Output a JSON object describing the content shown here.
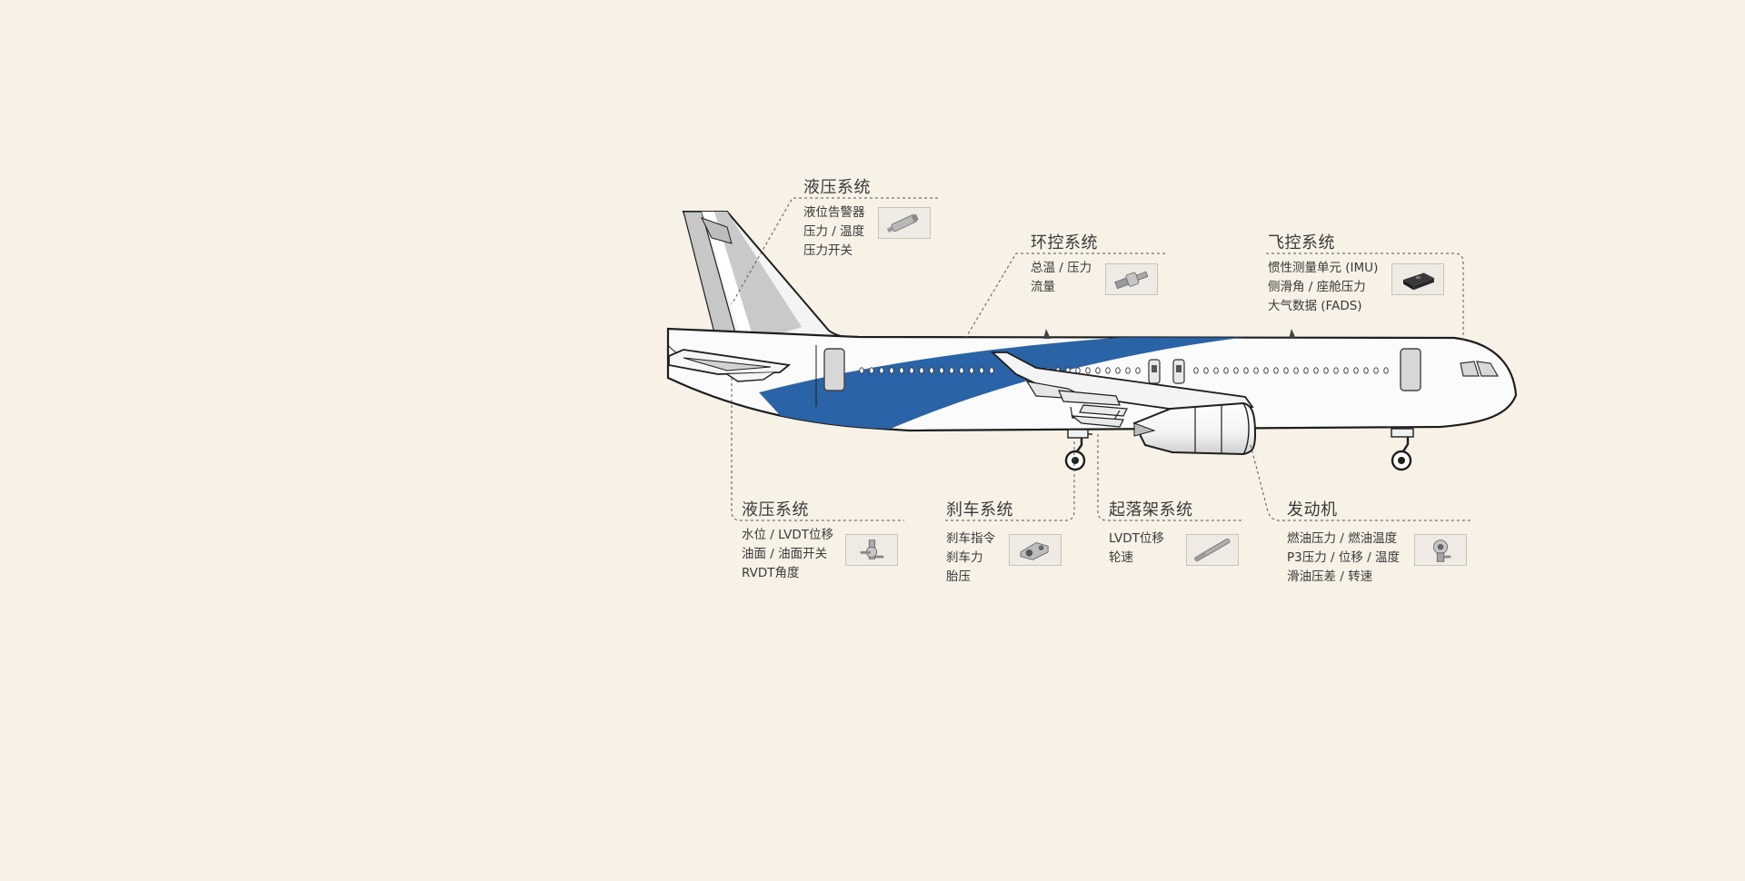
{
  "diagram": {
    "callouts": [
      {
        "id": "hydraulic-top",
        "title": "液压系统",
        "items": [
          "液位告警器",
          "压力 / 温度",
          "压力开关"
        ],
        "thumb_icon": "cylinder-sensor-icon"
      },
      {
        "id": "ecs",
        "title": "环控系统",
        "items": [
          "总温 / 压力",
          "流量"
        ],
        "thumb_icon": "probe-sensor-icon"
      },
      {
        "id": "flight-control",
        "title": "飞控系统",
        "items": [
          "惯性测量单元 (IMU)",
          "侧滑角 / 座舱压力",
          "大气数据 (FADS)"
        ],
        "thumb_icon": "imu-box-icon"
      },
      {
        "id": "hydraulic-bottom",
        "title": "液压系统",
        "items": [
          "水位 / LVDT位移",
          "油面 / 油面开关",
          "RVDT角度"
        ],
        "thumb_icon": "rvdt-sensor-icon"
      },
      {
        "id": "brake",
        "title": "刹车系统",
        "items": [
          "刹车指令",
          "刹车力",
          "胎压"
        ],
        "thumb_icon": "brake-bracket-icon"
      },
      {
        "id": "landing-gear",
        "title": "起落架系统",
        "items": [
          "LVDT位移",
          "轮速"
        ],
        "thumb_icon": "rod-sensor-icon"
      },
      {
        "id": "engine",
        "title": "发动机",
        "items": [
          "燃油压力 / 燃油温度",
          "P3压力 / 位移 / 温度",
          "滑油压差 / 转速"
        ],
        "thumb_icon": "engine-sensor-icon"
      }
    ],
    "colors": {
      "background": "#f7f1e6",
      "livery_blue": "#2a63a6",
      "fuselage": "#fbfbfb",
      "outline": "#1e1e1e",
      "leader_line": "#555555"
    }
  }
}
